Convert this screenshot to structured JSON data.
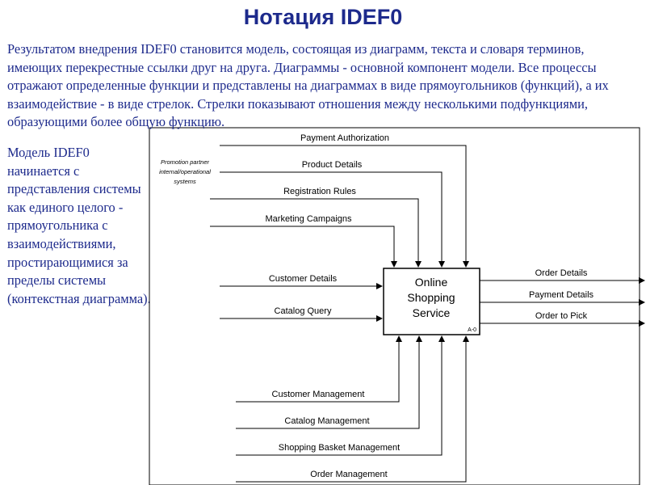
{
  "title": "Нотация IDEF0",
  "intro_text": "Результатом внедрения IDEF0 становится модель, состоящая из диаграмм, текста и словаря терминов, имеющих перекрестные ссылки друг на друга. Диаграммы - основной компонент модели. Все процессы отражают определенные функции и представлены на диаграммах в виде прямоугольников (функций), а их взаимодействие - в виде стрелок. Стрелки показывают отношения между несколькими подфункциями, образующими более общую функцию.",
  "side_text": "Модель IDEF0 начинается с представления системы как единого целого - прямоугольника с взаимодействиями, простирающимися за пределы системы (контекстная диаграмма).",
  "diagram": {
    "box_lines": [
      "Online",
      "Shopping",
      "Service"
    ],
    "box_node": "A-0",
    "purpose_lines": [
      "Promotion partner",
      "internal/operational",
      "systems"
    ],
    "controls": [
      "Payment Authorization",
      "Product Details",
      "Registration Rules",
      "Marketing Campaigns"
    ],
    "inputs": [
      "Customer Details",
      "Catalog Query"
    ],
    "outputs": [
      "Order Details",
      "Payment Details",
      "Order to Pick"
    ],
    "mechanisms": [
      "Customer Management",
      "Catalog Management",
      "Shopping Basket Management",
      "Order Management"
    ]
  }
}
